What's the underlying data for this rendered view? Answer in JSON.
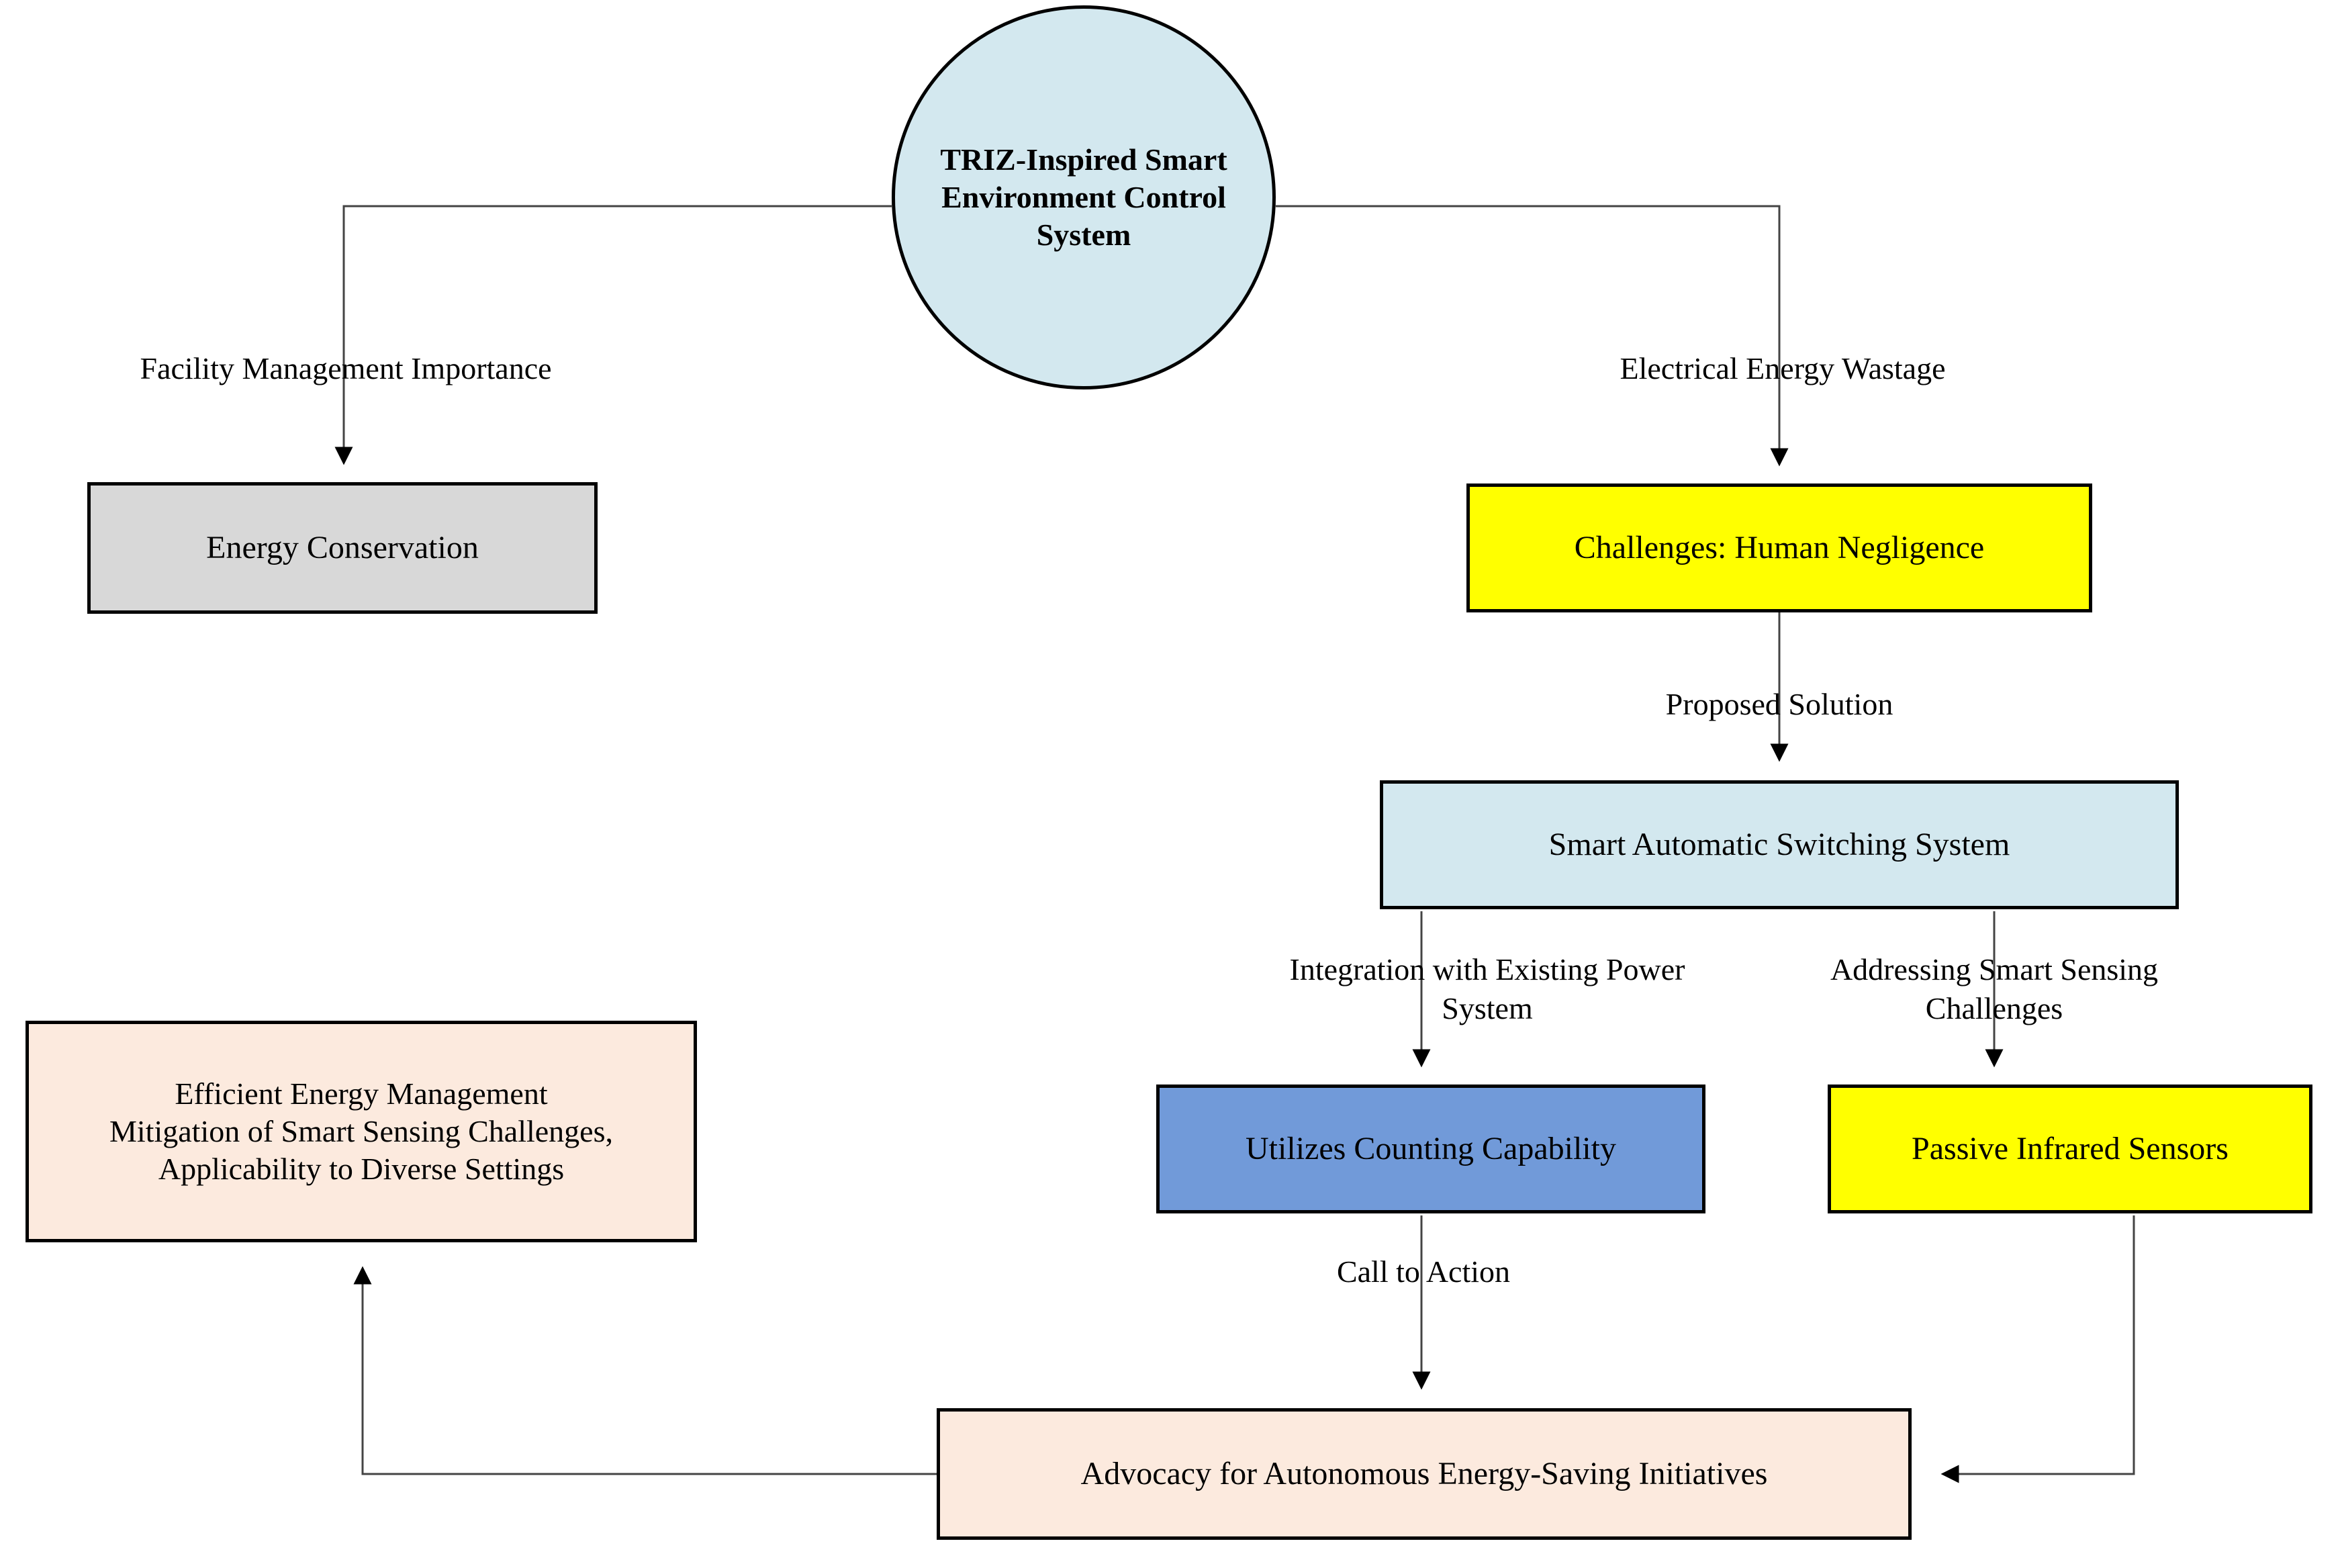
{
  "diagram": {
    "title": "TRIZ-Inspired Smart Environment Control System flowchart",
    "background": "#ffffff",
    "edge_color": "#2f2f2f",
    "border_color": "#000000",
    "nodes": [
      {
        "id": "root",
        "label": "TRIZ-Inspired Smart\nEnvironment Control\nSystem",
        "shape": "circle",
        "fill": "#d3e8ef",
        "bold": true
      },
      {
        "id": "energy_conservation",
        "label": "Energy Conservation",
        "shape": "rect",
        "fill": "#d8d8d8"
      },
      {
        "id": "challenges",
        "label": "Challenges: Human Negligence",
        "shape": "rect",
        "fill": "#ffff00"
      },
      {
        "id": "switching_system",
        "label": "Smart Automatic Switching System",
        "shape": "rect",
        "fill": "#d3e8ef"
      },
      {
        "id": "counting",
        "label": "Utilizes Counting Capability",
        "shape": "rect",
        "fill": "#719ad9"
      },
      {
        "id": "pir",
        "label": "Passive Infrared Sensors",
        "shape": "rect",
        "fill": "#ffff00"
      },
      {
        "id": "outcomes",
        "label": "Efficient Energy Management\nMitigation of Smart Sensing Challenges,\nApplicability to Diverse Settings",
        "shape": "rect",
        "fill": "#fceade"
      },
      {
        "id": "advocacy",
        "label": "Advocacy for Autonomous Energy-Saving Initiatives",
        "shape": "rect",
        "fill": "#fceade"
      }
    ],
    "edges": [
      {
        "id": "e1",
        "from": "root",
        "to": "energy_conservation",
        "label": "Facility Management Importance"
      },
      {
        "id": "e2",
        "from": "root",
        "to": "challenges",
        "label": "Electrical Energy Wastage"
      },
      {
        "id": "e3",
        "from": "challenges",
        "to": "switching_system",
        "label": "Proposed Solution"
      },
      {
        "id": "e4",
        "from": "switching_system",
        "to": "counting",
        "label": "Integration with Existing Power\nSystem"
      },
      {
        "id": "e5",
        "from": "switching_system",
        "to": "pir",
        "label": "Addressing Smart Sensing\nChallenges"
      },
      {
        "id": "e6",
        "from": "counting",
        "to": "advocacy",
        "label": "Call to Action"
      },
      {
        "id": "e7",
        "from": "pir",
        "to": "advocacy",
        "label": ""
      },
      {
        "id": "e8",
        "from": "advocacy",
        "to": "outcomes",
        "label": ""
      }
    ]
  }
}
